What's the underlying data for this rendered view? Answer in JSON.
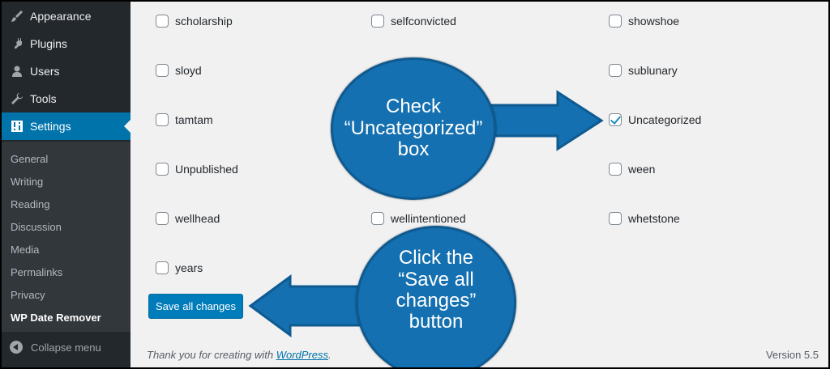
{
  "sidebar": {
    "items": [
      {
        "label": "Appearance",
        "icon": "paintbrush-icon"
      },
      {
        "label": "Plugins",
        "icon": "plug-icon"
      },
      {
        "label": "Users",
        "icon": "user-icon"
      },
      {
        "label": "Tools",
        "icon": "wrench-icon"
      },
      {
        "label": "Settings",
        "icon": "settings-icon"
      }
    ],
    "submenu": [
      "General",
      "Writing",
      "Reading",
      "Discussion",
      "Media",
      "Permalinks",
      "Privacy",
      "WP Date Remover"
    ],
    "collapse_label": "Collapse menu"
  },
  "categories": [
    {
      "label": "scholarship",
      "checked": false
    },
    {
      "label": "selfconvicted",
      "checked": false
    },
    {
      "label": "showshoe",
      "checked": false
    },
    {
      "label": "sloyd",
      "checked": false
    },
    {
      "label": "sublunary",
      "checked": false
    },
    {
      "label": "tamtam",
      "checked": false
    },
    {
      "label": "Uncategorized",
      "checked": true
    },
    {
      "label": "Unpublished",
      "checked": false
    },
    {
      "label": "ween",
      "checked": false
    },
    {
      "label": "wellhead",
      "checked": false
    },
    {
      "label": "wellintentioned",
      "checked": false
    },
    {
      "label": "whetstone",
      "checked": false
    },
    {
      "label": "years",
      "checked": false
    }
  ],
  "save_button": "Save all changes",
  "footer": {
    "thanks_text": "Thank you for creating with ",
    "link_text": "WordPress",
    "period": ".",
    "version": "Version 5.5"
  },
  "callouts": {
    "top": "Check\n“Uncategorized”\nbox",
    "bottom": "Click the\n“Save all\nchanges”\nbutton"
  },
  "colors": {
    "sidebar_bg": "#23282d",
    "accent": "#0073aa",
    "callout_bg": "#1470b0"
  }
}
